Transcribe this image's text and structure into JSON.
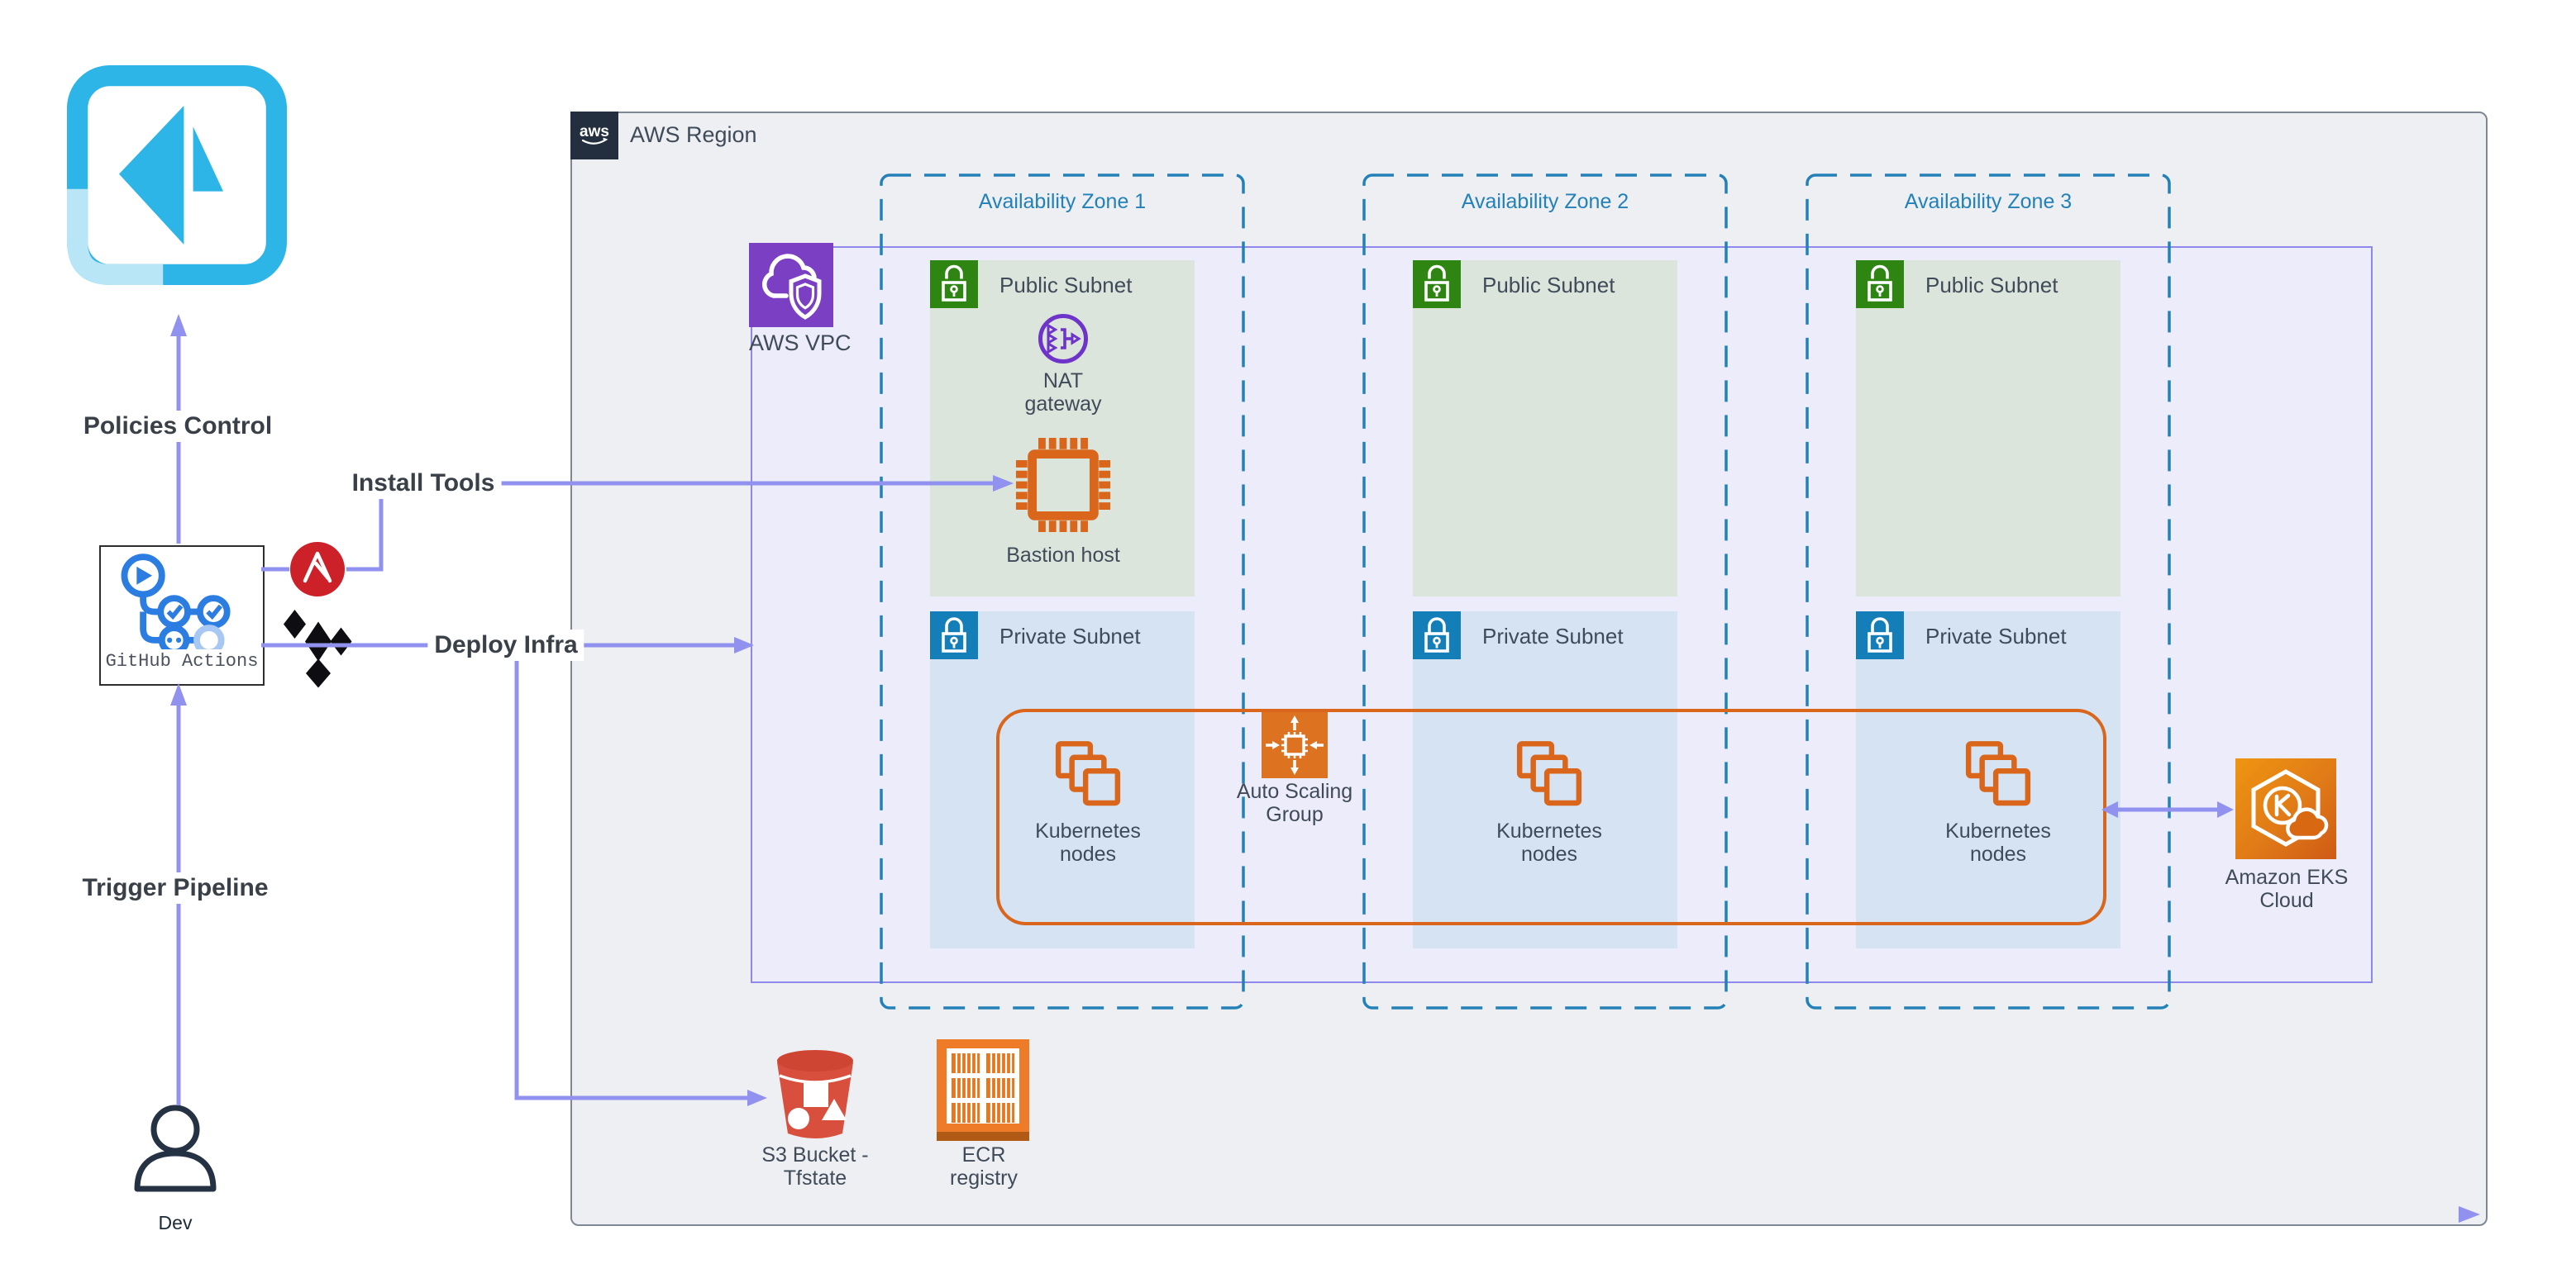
{
  "colors": {
    "connector_purple": "#9191ef",
    "vpc_border_purple": "#8f88ec",
    "vpc_fill": "#ececfa",
    "region_fill": "#edeff2",
    "region_border": "#7e8894",
    "az_blue": "#2381b8",
    "public_subnet_fill": "#dbe5dc",
    "public_lock_green": "#2e8512",
    "private_subnet_fill": "#d5e3f3",
    "private_lock_blue": "#147eb8",
    "aws_orange": "#d9661a",
    "vpc_icon_purple": "#7b3fc4",
    "nat_purple": "#6e34c9",
    "ansible_red": "#cc2128",
    "s3_red": "#d94f3e",
    "github_blue": "#2b7de2",
    "logo_cyan": "#2cb5e6",
    "aws_dark": "#232f3e"
  },
  "icons": {
    "pipeline_logo": "cyan-arrow-logo",
    "github_actions": "workflow-graph",
    "ansible": "ansible-a",
    "terraform": "terraform-diamonds",
    "aws": "aws-smile",
    "vpc": "cloud-shield",
    "public_subnet_lock": "open-padlock",
    "private_subnet_lock": "closed-padlock",
    "nat_gateway": "nat-circle-arrows",
    "bastion_host": "cpu-chip",
    "kubernetes_nodes": "stacked-squares",
    "auto_scaling_group": "chip-scale-arrows",
    "amazon_eks": "hexagon-k-cloud",
    "s3_bucket": "bucket-shapes",
    "ecr_registry": "container-registry",
    "dev": "person-outline"
  },
  "dev": {
    "label": "Dev"
  },
  "cicd": {
    "github_actions_label": "GitHub Actions"
  },
  "flows": {
    "policies": "Policies Control",
    "install": "Install Tools",
    "deploy": "Deploy Infra",
    "trigger": "Trigger Pipeline"
  },
  "region": {
    "badge": "aws",
    "label": "AWS Region"
  },
  "vpc": {
    "label": "AWS VPC"
  },
  "azs": [
    {
      "label": "Availability Zone 1",
      "public_subnet_label": "Public Subnet",
      "private_subnet_label": "Private Subnet"
    },
    {
      "label": "Availability Zone 2",
      "public_subnet_label": "Public Subnet",
      "private_subnet_label": "Private Subnet"
    },
    {
      "label": "Availability Zone 3",
      "public_subnet_label": "Public Subnet",
      "private_subnet_label": "Private Subnet"
    }
  ],
  "nodes": {
    "nat_gateway": {
      "line1": "NAT",
      "line2": "gateway"
    },
    "bastion_host": {
      "label": "Bastion host"
    },
    "kubernetes_nodes": {
      "line1": "Kubernetes",
      "line2": "nodes"
    },
    "auto_scaling_group": {
      "line1": "Auto Scaling",
      "line2": "Group"
    },
    "amazon_eks": {
      "line1": "Amazon EKS",
      "line2": "Cloud"
    },
    "s3_bucket": {
      "line1": "S3 Bucket -",
      "line2": "Tfstate"
    },
    "ecr_registry": {
      "line1": "ECR",
      "line2": "registry"
    }
  }
}
